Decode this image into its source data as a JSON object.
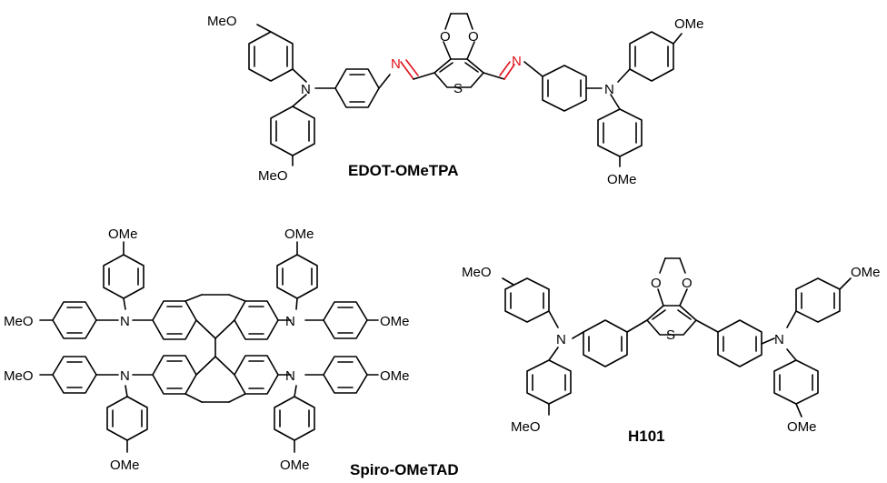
{
  "compounds": {
    "edot": {
      "name": "EDOT-OMeTPA"
    },
    "spiro": {
      "name": "Spiro-OMeTAD"
    },
    "h101": {
      "name": "H101"
    }
  },
  "labels": {
    "meo": "MeO",
    "ome": "OMe",
    "n": "N",
    "o": "O",
    "s": "S"
  },
  "colors": {
    "imine": "#e0101a",
    "bond": "#000000"
  }
}
